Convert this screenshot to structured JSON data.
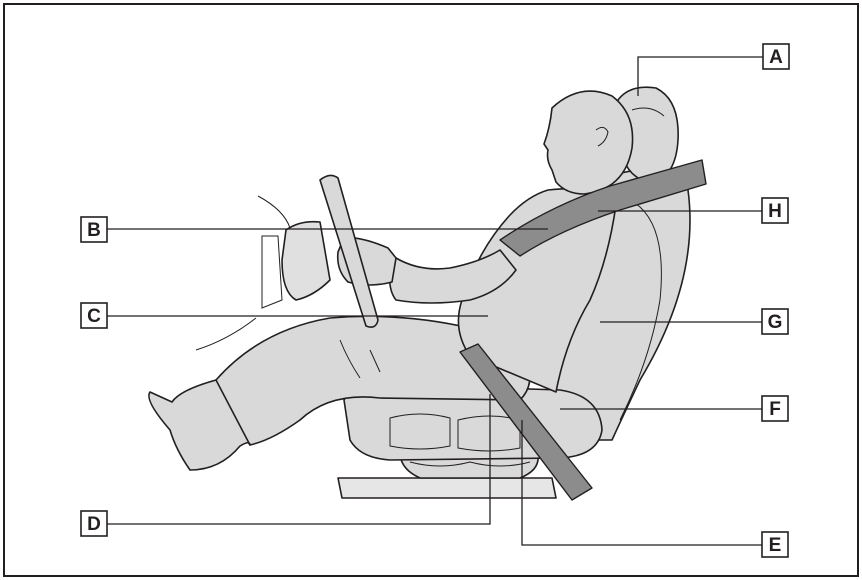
{
  "colors": {
    "body": "#d9d9d9",
    "seat": "#d9d9d9",
    "belt": "#8c8c8c",
    "outline": "#231f20",
    "frame": "#231f20"
  },
  "labels": {
    "a": "A",
    "b": "B",
    "c": "C",
    "d": "D",
    "e": "E",
    "f": "F",
    "g": "G",
    "h": "H"
  }
}
